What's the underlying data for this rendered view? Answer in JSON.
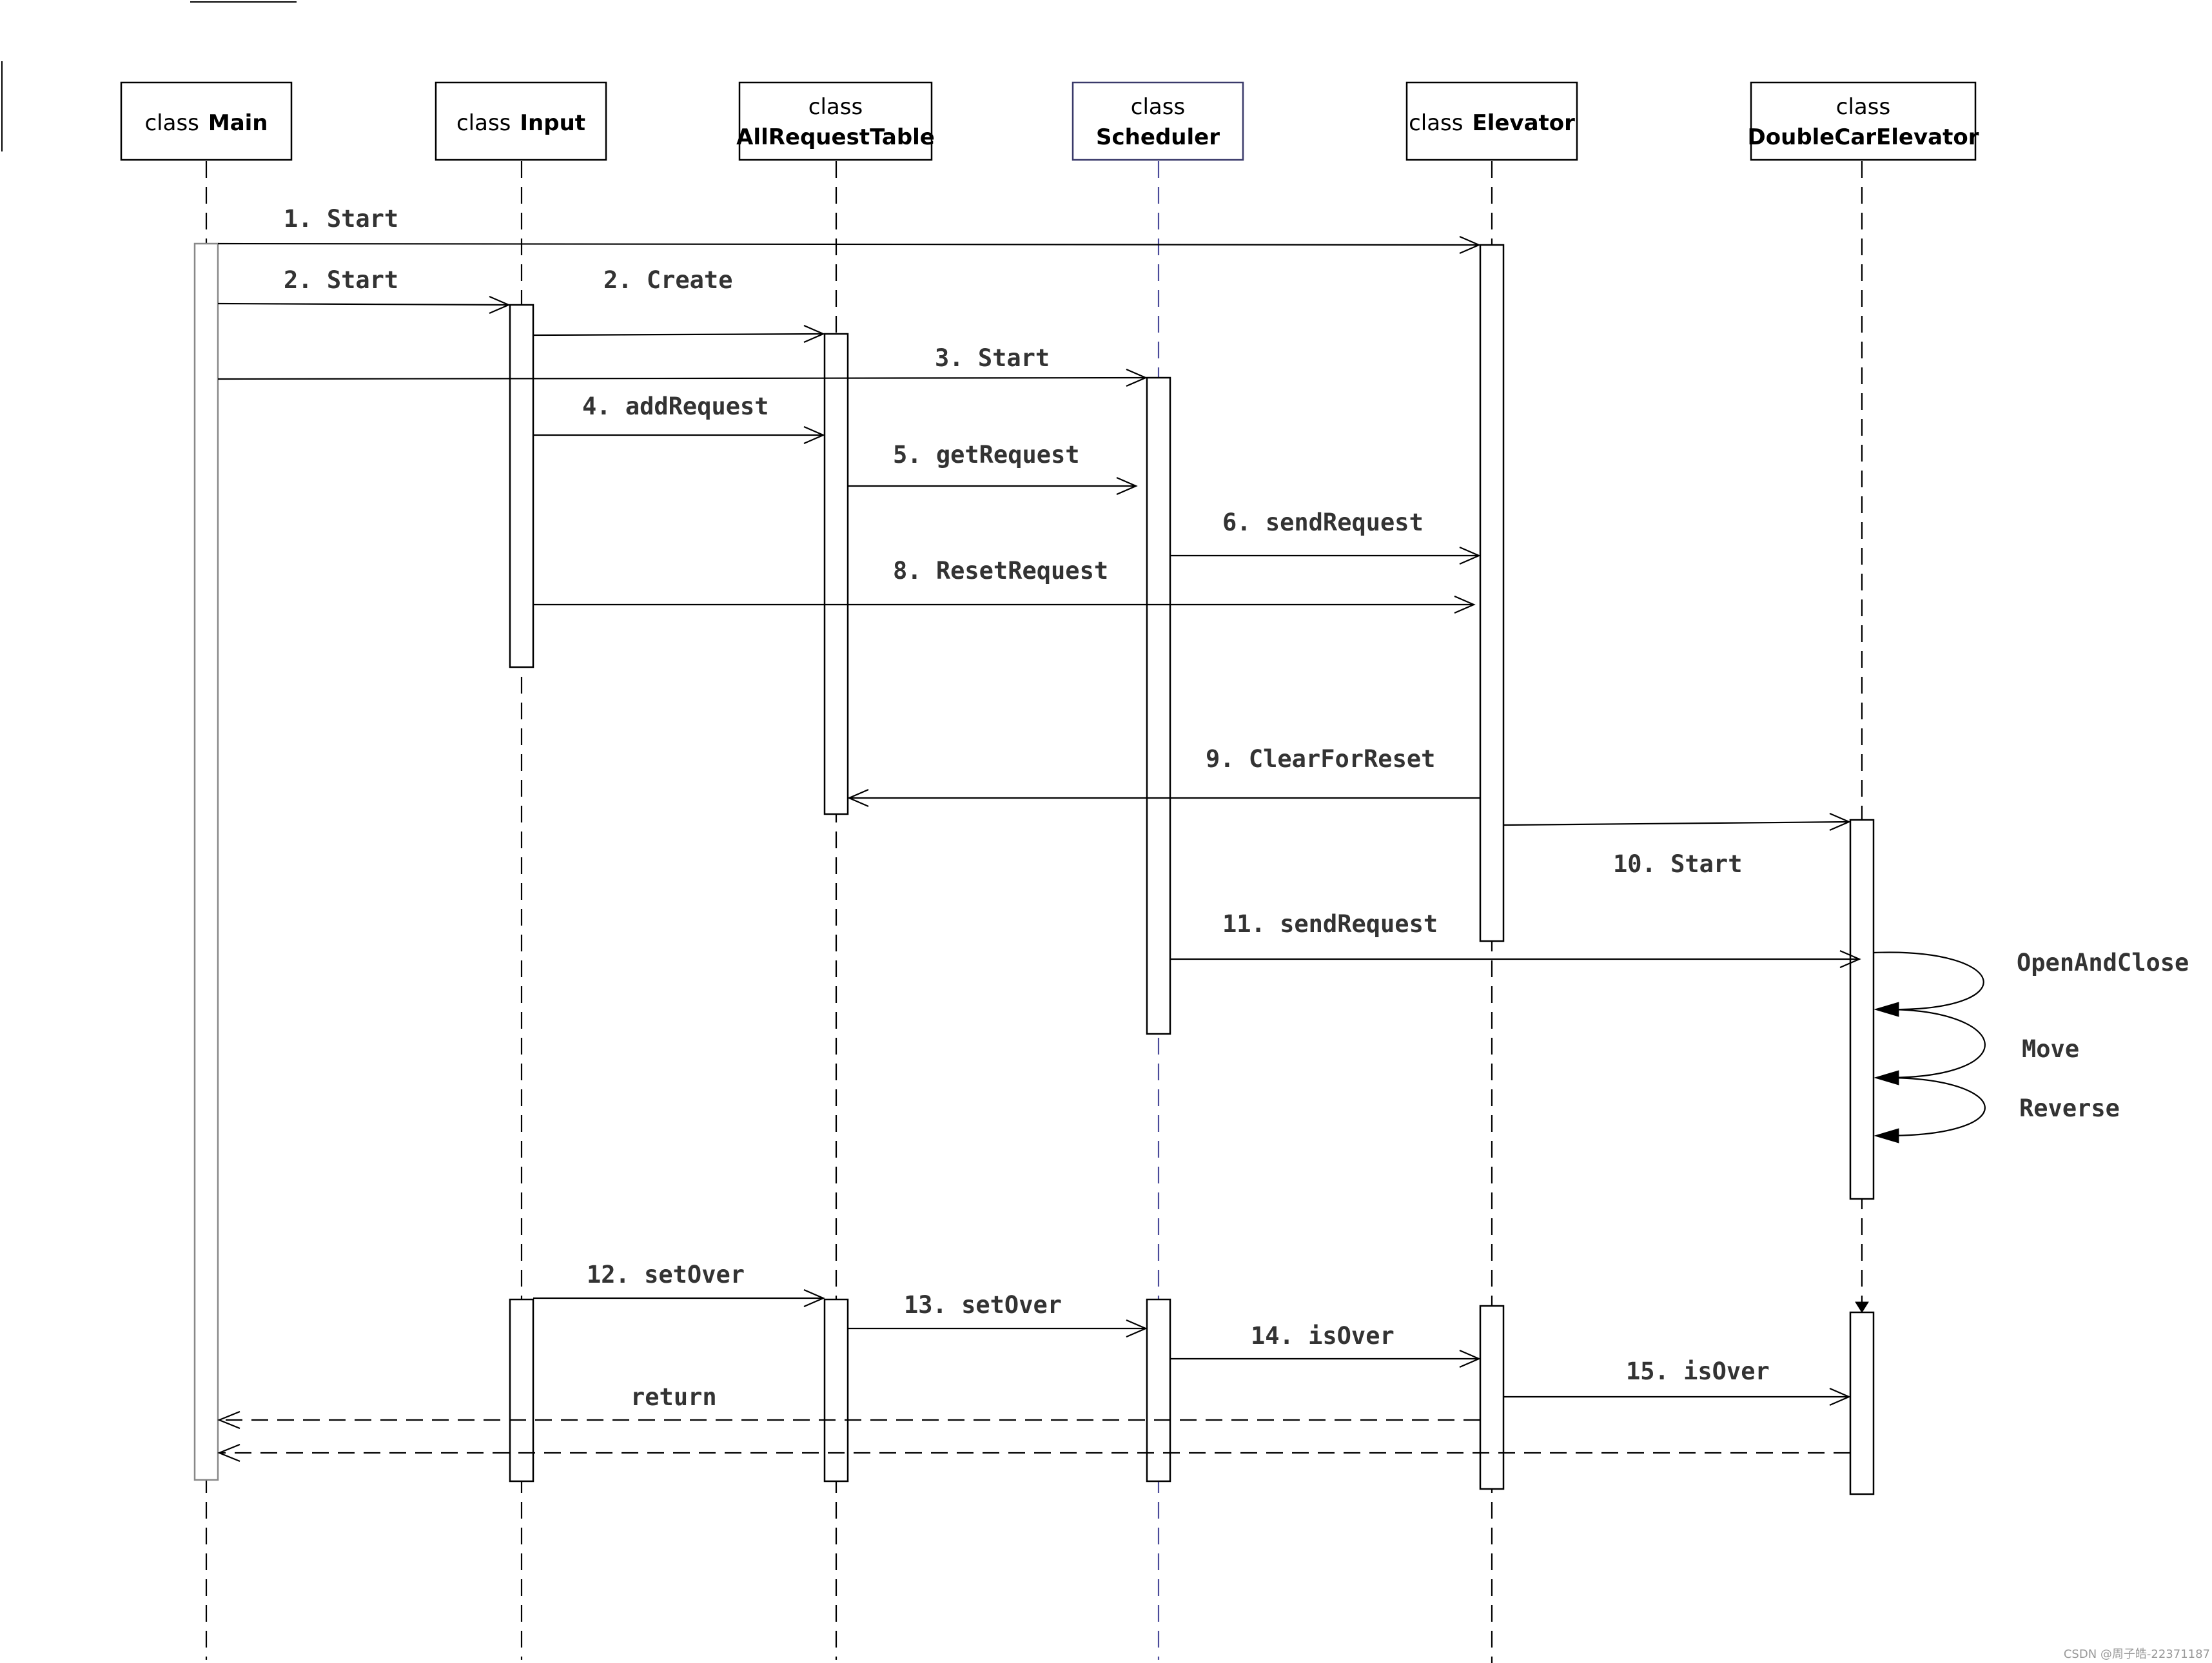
{
  "classes": [
    {
      "keyword": "class",
      "name": "Main"
    },
    {
      "keyword": "class",
      "name": "Input"
    },
    {
      "keyword": "class",
      "name": "AllRequestTable"
    },
    {
      "keyword": "class",
      "name": "Scheduler"
    },
    {
      "keyword": "class",
      "name": "Elevator"
    },
    {
      "keyword": "class",
      "name": "DoubleCarElevator"
    }
  ],
  "messages": [
    {
      "label": "1. Start"
    },
    {
      "label": "2. Start"
    },
    {
      "label": "2. Create"
    },
    {
      "label": "3. Start"
    },
    {
      "label": "4. addRequest"
    },
    {
      "label": "5. getRequest"
    },
    {
      "label": "6. sendRequest"
    },
    {
      "label": "8. ResetRequest"
    },
    {
      "label": "9. ClearForReset"
    },
    {
      "label": "10. Start"
    },
    {
      "label": "11. sendRequest"
    },
    {
      "label": "12. setOver"
    },
    {
      "label": "13. setOver"
    },
    {
      "label": "14. isOver"
    },
    {
      "label": "15. isOver"
    },
    {
      "label": "return"
    }
  ],
  "self_calls": [
    {
      "label": "OpenAndClose"
    },
    {
      "label": "Move"
    },
    {
      "label": "Reverse"
    }
  ],
  "watermark": "CSDN @周子皓-22371187"
}
